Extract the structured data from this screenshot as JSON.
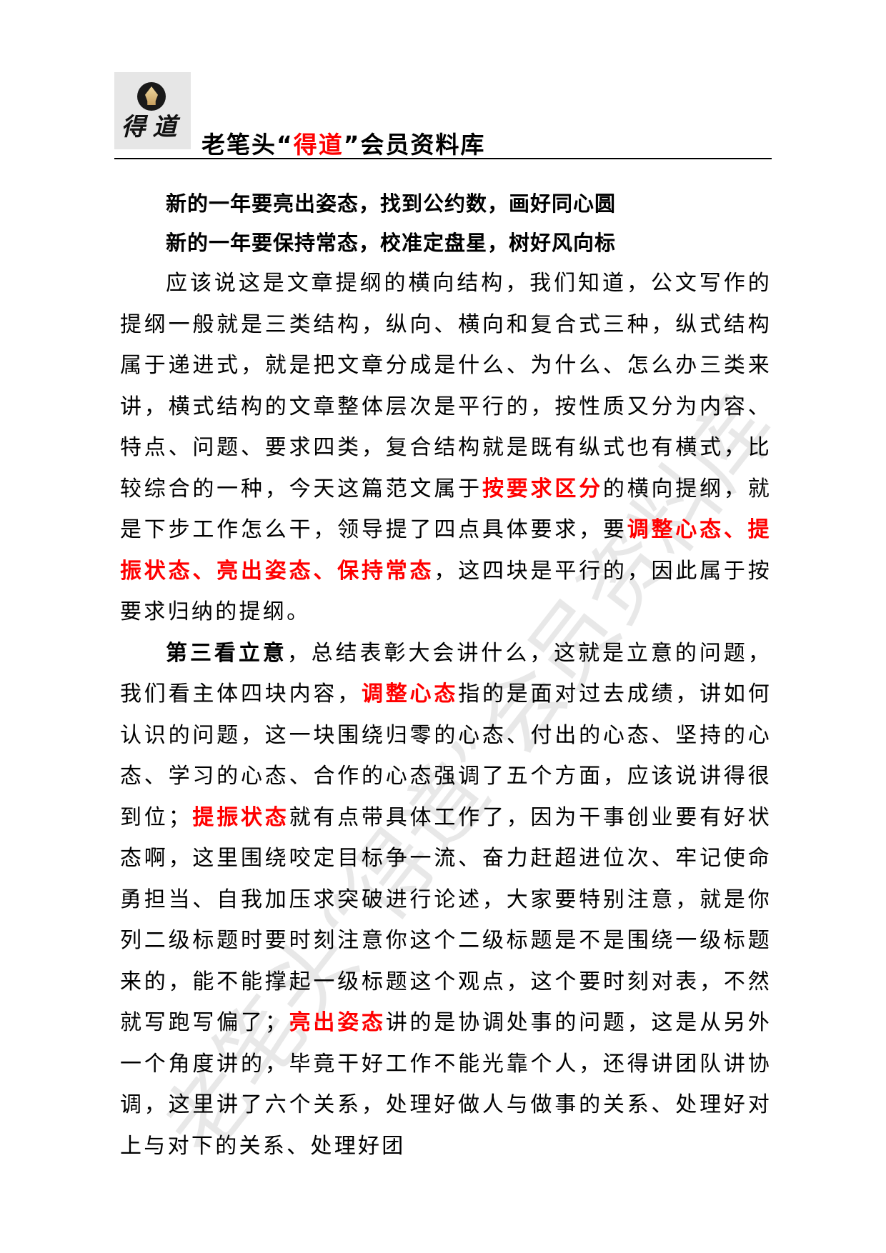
{
  "header": {
    "logo_text": "得道",
    "title_prefix": "老笔头“",
    "title_highlight": "得道",
    "title_suffix": "”会员资料库",
    "accent_color": "#ff0000"
  },
  "subheadings": [
    "新的一年要亮出姿态，找到公约数，画好同心圆",
    "新的一年要保持常态，校准定盘星，树好风向标"
  ],
  "paragraphs": {
    "p1": {
      "t1": "应该说这是文章提纲的横向结构，我们知道，公文写作的提纲一般就是三类结构，纵向、横向和复合式三种，纵式结构属于递进式，就是把文章分成是什么、为什么、怎么办三类来讲，横式结构的文章整体层次是平行的，按性质又分为内容、特点、问题、要求四类，复合结构就是既有纵式也有横式，比较综合的一种，今天这篇范文属于",
      "r1": "按要求区分",
      "t2": "的横向提纲，就是下步工作怎么干，领导提了四点具体要求，要",
      "r2": "调整心态、提振状态、亮出姿态、保持常态",
      "t3": "，这四块是平行的，因此属于按要求归纳的提纲。"
    },
    "p2": {
      "b1": "第三看立意",
      "t1": "，总结表彰大会讲什么，这就是立意的问题，我们看主体四块内容，",
      "r1": "调整心态",
      "t2": "指的是面对过去成绩，讲如何认识的问题，这一块围绕归零的心态、付出的心态、坚持的心态、学习的心态、合作的心态强调了五个方面，应该说讲得很到位；",
      "r2": "提振状态",
      "t3": "就有点带具体工作了，因为干事创业要有好状态啊，这里围绕咬定目标争一流、奋力赶超进位次、牢记使命勇担当、自我加压求突破进行论述，大家要特别注意，就是你列二级标题时要时刻注意你这个二级标题是不是围绕一级标题来的，能不能撑起一级标题这个观点，这个要时刻对表，不然就写跑写偏了；",
      "r3": "亮出姿态",
      "t4": "讲的是协调处事的问题，这是从另外一个角度讲的，毕竟干好工作不能光靠个人，还得讲团队讲协调，这里讲了六个关系，处理好做人与做事的关系、处理好对上与对下的关系、处理好团"
    }
  },
  "watermark": "老笔头“得道”会员资料库"
}
